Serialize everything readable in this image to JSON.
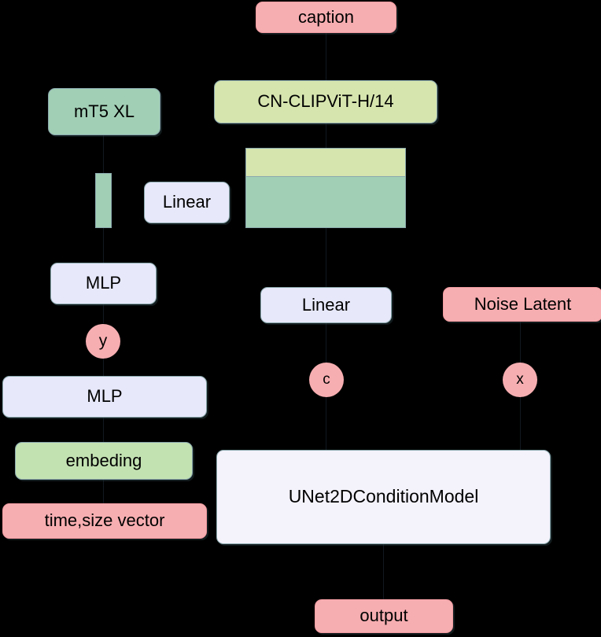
{
  "diagram": {
    "title": "Text-to-image diffusion pipeline block diagram",
    "background_color": "#000000",
    "colors": {
      "pink": "#f7aeb1",
      "green": "#a1cfb5",
      "olive": "#d6e5ae",
      "lavender": "#e7e8fa",
      "light_green": "#c3e2b2",
      "white": "#f4f2fb",
      "border": "#8aa8ad",
      "text": "#000000"
    },
    "nodes": {
      "caption": "caption",
      "mt5_xl": "mT5 XL",
      "cn_clip": "CN-CLIPViT-H/14",
      "linear_top": "Linear",
      "mlp_small": "MLP",
      "y_circle": "y",
      "linear_mid": "Linear",
      "noise_latent": "Noise Latent",
      "c_circle": "c",
      "x_circle": "x",
      "mlp_wide": "MLP",
      "embeding": "embeding",
      "time_size_vector": "time,size vector",
      "unet": "UNet2DConditionModel",
      "output": "output",
      "green_bar": "",
      "feature_top": "",
      "feature_bottom": ""
    }
  }
}
